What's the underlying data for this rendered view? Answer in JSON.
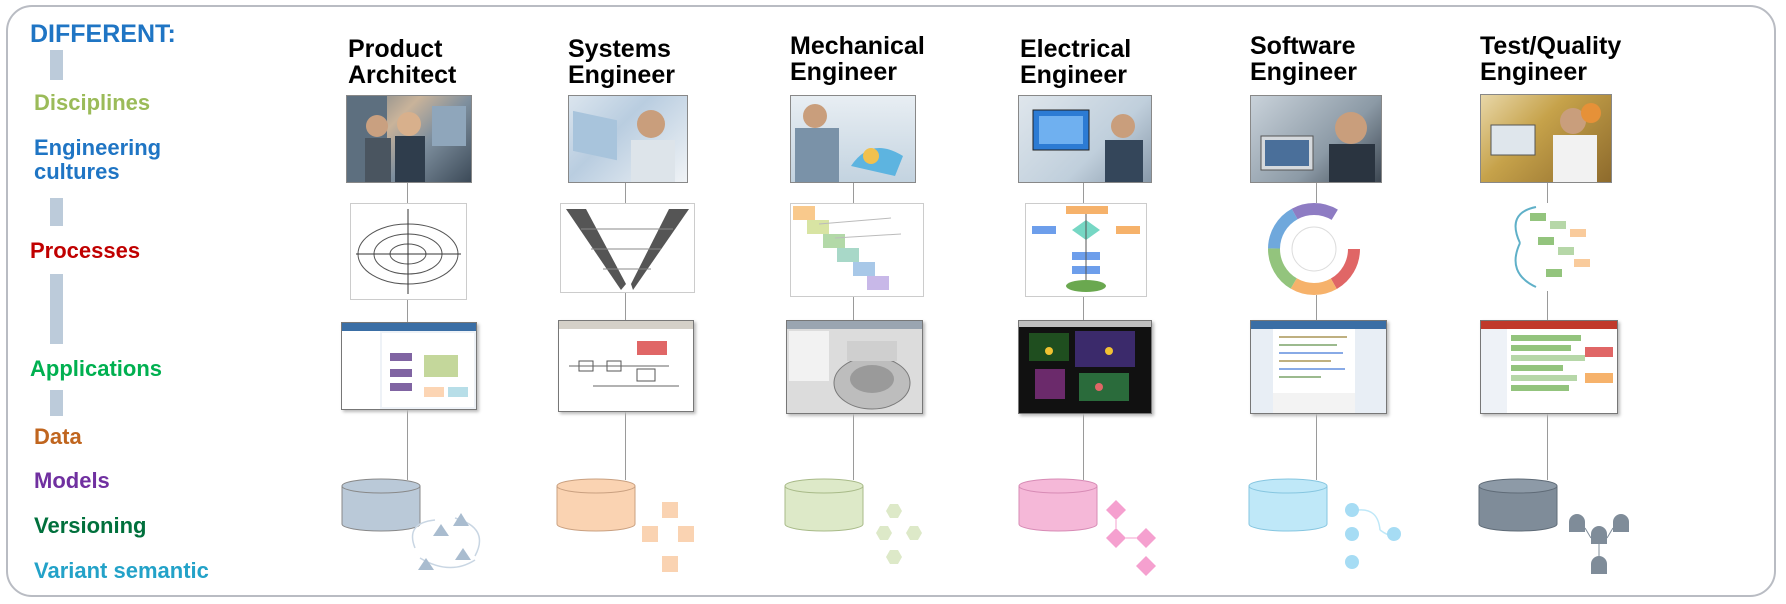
{
  "header": "DIFFERENT:",
  "rows": [
    {
      "label": "Disciplines",
      "color": "#9bbb59"
    },
    {
      "label": "Engineering\ncultures",
      "color": "#1f75c4"
    },
    {
      "label": "Processes",
      "color": "#c00000"
    },
    {
      "label": "Applications",
      "color": "#00b050"
    },
    {
      "label": "Data",
      "color": "#c0651e"
    },
    {
      "label": "Models",
      "color": "#7030a0"
    },
    {
      "label": "Versioning",
      "color": "#00703c"
    },
    {
      "label": "Variant semantic",
      "color": "#23a2c8"
    }
  ],
  "header_color": "#1f75c4",
  "columns": [
    {
      "title": "Product\nArchitect",
      "db_color": "#bac9d8",
      "icon": "triangle-icon"
    },
    {
      "title": "Systems\nEngineer",
      "db_color": "#fad3b2",
      "icon": "square-icon"
    },
    {
      "title": "Mechanical\nEngineer",
      "db_color": "#dde9c8",
      "icon": "hexagon-icon"
    },
    {
      "title": "Electrical\nEngineer",
      "db_color": "#f5b8d8",
      "icon": "diamond-icon"
    },
    {
      "title": "Software\nEngineer",
      "db_color": "#bfe8f8",
      "icon": "circle-icon"
    },
    {
      "title": "Test/Quality\nEngineer",
      "db_color": "#7f8c99",
      "icon": "arch-icon"
    }
  ]
}
